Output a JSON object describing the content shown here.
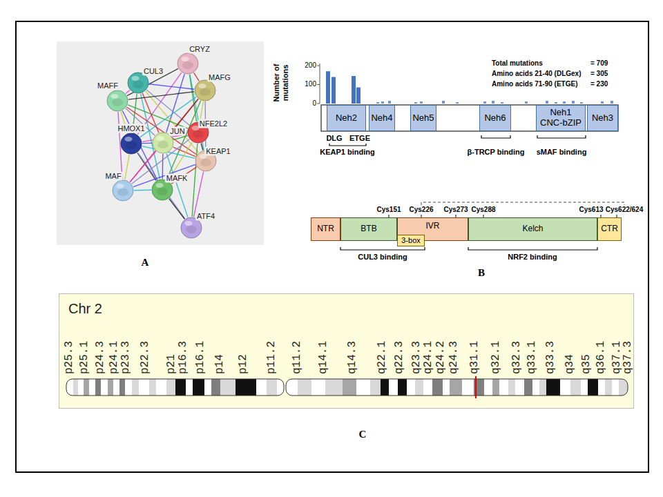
{
  "diagram": {
    "nodes": [
      {
        "text": [
          "CRYZ"
        ]
      },
      {
        "text": [
          "CUL3"
        ]
      },
      {
        "text": [
          "MAFF"
        ]
      },
      {
        "text": [
          "MAFG"
        ]
      },
      {
        "text": [
          "HMOX1"
        ]
      },
      {
        "text": [
          "JUN"
        ]
      },
      {
        "text": [
          "NFE2L2"
        ]
      },
      {
        "text": [
          "KEAP1"
        ]
      },
      {
        "text": [
          "MAF"
        ]
      },
      {
        "text": [
          "MAFK"
        ]
      },
      {
        "text": [
          "ATF4"
        ]
      },
      {
        "text": [
          "Neh2"
        ]
      },
      {
        "text": [
          "Neh4"
        ]
      },
      {
        "text": [
          "Neh5"
        ]
      },
      {
        "text": [
          "Neh6"
        ]
      },
      {
        "text": [
          "Neh1 CNC-bZIP"
        ]
      },
      {
        "text": [
          "Neh3"
        ]
      },
      {
        "text": [
          "NTR"
        ]
      },
      {
        "text": [
          "BTB"
        ]
      },
      {
        "text": [
          "IVR"
        ]
      },
      {
        "text": [
          "3-box"
        ]
      },
      {
        "text": [
          "Kelch"
        ]
      },
      {
        "text": [
          "CTR"
        ]
      },
      {
        "text": [
          "Chr 2"
        ]
      }
    ],
    "edges": [
      {
        "from": 0,
        "to": 6,
        "arrow": "none"
      },
      {
        "from": 0,
        "to": 3,
        "arrow": "none"
      },
      {
        "from": 0,
        "to": 5,
        "arrow": "none"
      },
      {
        "from": 0,
        "to": 4,
        "arrow": "none"
      },
      {
        "from": 0,
        "to": 7,
        "arrow": "none"
      },
      {
        "from": 0,
        "to": 2,
        "arrow": "none"
      },
      {
        "from": 1,
        "to": 7,
        "arrow": "none"
      },
      {
        "from": 1,
        "to": 6,
        "arrow": "none"
      },
      {
        "from": 1,
        "to": 4,
        "arrow": "none"
      },
      {
        "from": 1,
        "to": 5,
        "arrow": "none"
      },
      {
        "from": 1,
        "to": 3,
        "arrow": "none"
      },
      {
        "from": 1,
        "to": 2,
        "arrow": "none"
      },
      {
        "from": 1,
        "to": 9,
        "arrow": "none"
      },
      {
        "from": 2,
        "to": 3,
        "arrow": "none"
      },
      {
        "from": 2,
        "to": 4,
        "arrow": "none"
      },
      {
        "from": 2,
        "to": 5,
        "arrow": "none"
      },
      {
        "from": 2,
        "to": 6,
        "arrow": "none"
      },
      {
        "from": 2,
        "to": 7,
        "arrow": "none"
      },
      {
        "from": 2,
        "to": 9,
        "arrow": "none"
      },
      {
        "from": 2,
        "to": 8,
        "arrow": "none"
      },
      {
        "from": 3,
        "to": 4,
        "arrow": "none"
      },
      {
        "from": 3,
        "to": 5,
        "arrow": "none"
      },
      {
        "from": 3,
        "to": 6,
        "arrow": "none"
      },
      {
        "from": 3,
        "to": 7,
        "arrow": "none"
      },
      {
        "from": 3,
        "to": 9,
        "arrow": "none"
      },
      {
        "from": 3,
        "to": 8,
        "arrow": "none"
      },
      {
        "from": 4,
        "to": 5,
        "arrow": "none"
      },
      {
        "from": 4,
        "to": 6,
        "arrow": "none"
      },
      {
        "from": 4,
        "to": 7,
        "arrow": "none"
      },
      {
        "from": 4,
        "to": 9,
        "arrow": "none"
      },
      {
        "from": 4,
        "to": 8,
        "arrow": "none"
      },
      {
        "from": 4,
        "to": 10,
        "arrow": "none"
      },
      {
        "from": 5,
        "to": 6,
        "arrow": "none"
      },
      {
        "from": 5,
        "to": 7,
        "arrow": "none"
      },
      {
        "from": 5,
        "to": 9,
        "arrow": "none"
      },
      {
        "from": 5,
        "to": 8,
        "arrow": "none"
      },
      {
        "from": 5,
        "to": 10,
        "arrow": "none"
      },
      {
        "from": 6,
        "to": 7,
        "arrow": "none"
      },
      {
        "from": 6,
        "to": 9,
        "arrow": "none"
      },
      {
        "from": 6,
        "to": 8,
        "arrow": "none"
      },
      {
        "from": 6,
        "to": 10,
        "arrow": "none"
      },
      {
        "from": 7,
        "to": 9,
        "arrow": "none"
      },
      {
        "from": 7,
        "to": 8,
        "arrow": "none"
      },
      {
        "from": 7,
        "to": 10,
        "arrow": "none"
      },
      {
        "from": 8,
        "to": 9,
        "arrow": "none"
      },
      {
        "from": 9,
        "to": 10,
        "arrow": "none"
      }
    ],
    "labels": [
      "A",
      "Number of mutations",
      "200",
      "100",
      "0",
      "Total mutations",
      "= 709",
      "Amino acids 21-40 (DLGex)",
      "= 305",
      "Amino acids 71-90 (ETGE)",
      "= 230",
      "DLG",
      "ETGE",
      "KEAP1 binding",
      "β-TRCP binding",
      "sMAF binding",
      "Cys151",
      "Cys226",
      "Cys273",
      "Cys288",
      "Cys613",
      "Cys622/624",
      "CUL3 binding",
      "NRF2 binding",
      "B",
      "p25.3",
      "p25.1",
      "p24.3",
      "p24.1",
      "p23.3",
      "p22.3",
      "p21",
      "p16.3",
      "p16.1",
      "p14",
      "p12",
      "p11.2",
      "q11.2",
      "q14.1",
      "q14.3",
      "q22.1",
      "q22.3",
      "q23.3",
      "q24.1",
      "q24.2",
      "q24.3",
      "q31.1",
      "q32.1",
      "q32.3",
      "q33.1",
      "q33.3",
      "q34",
      "q35",
      "q36.1",
      "q37.1",
      "q37.3",
      "C"
    ]
  }
}
